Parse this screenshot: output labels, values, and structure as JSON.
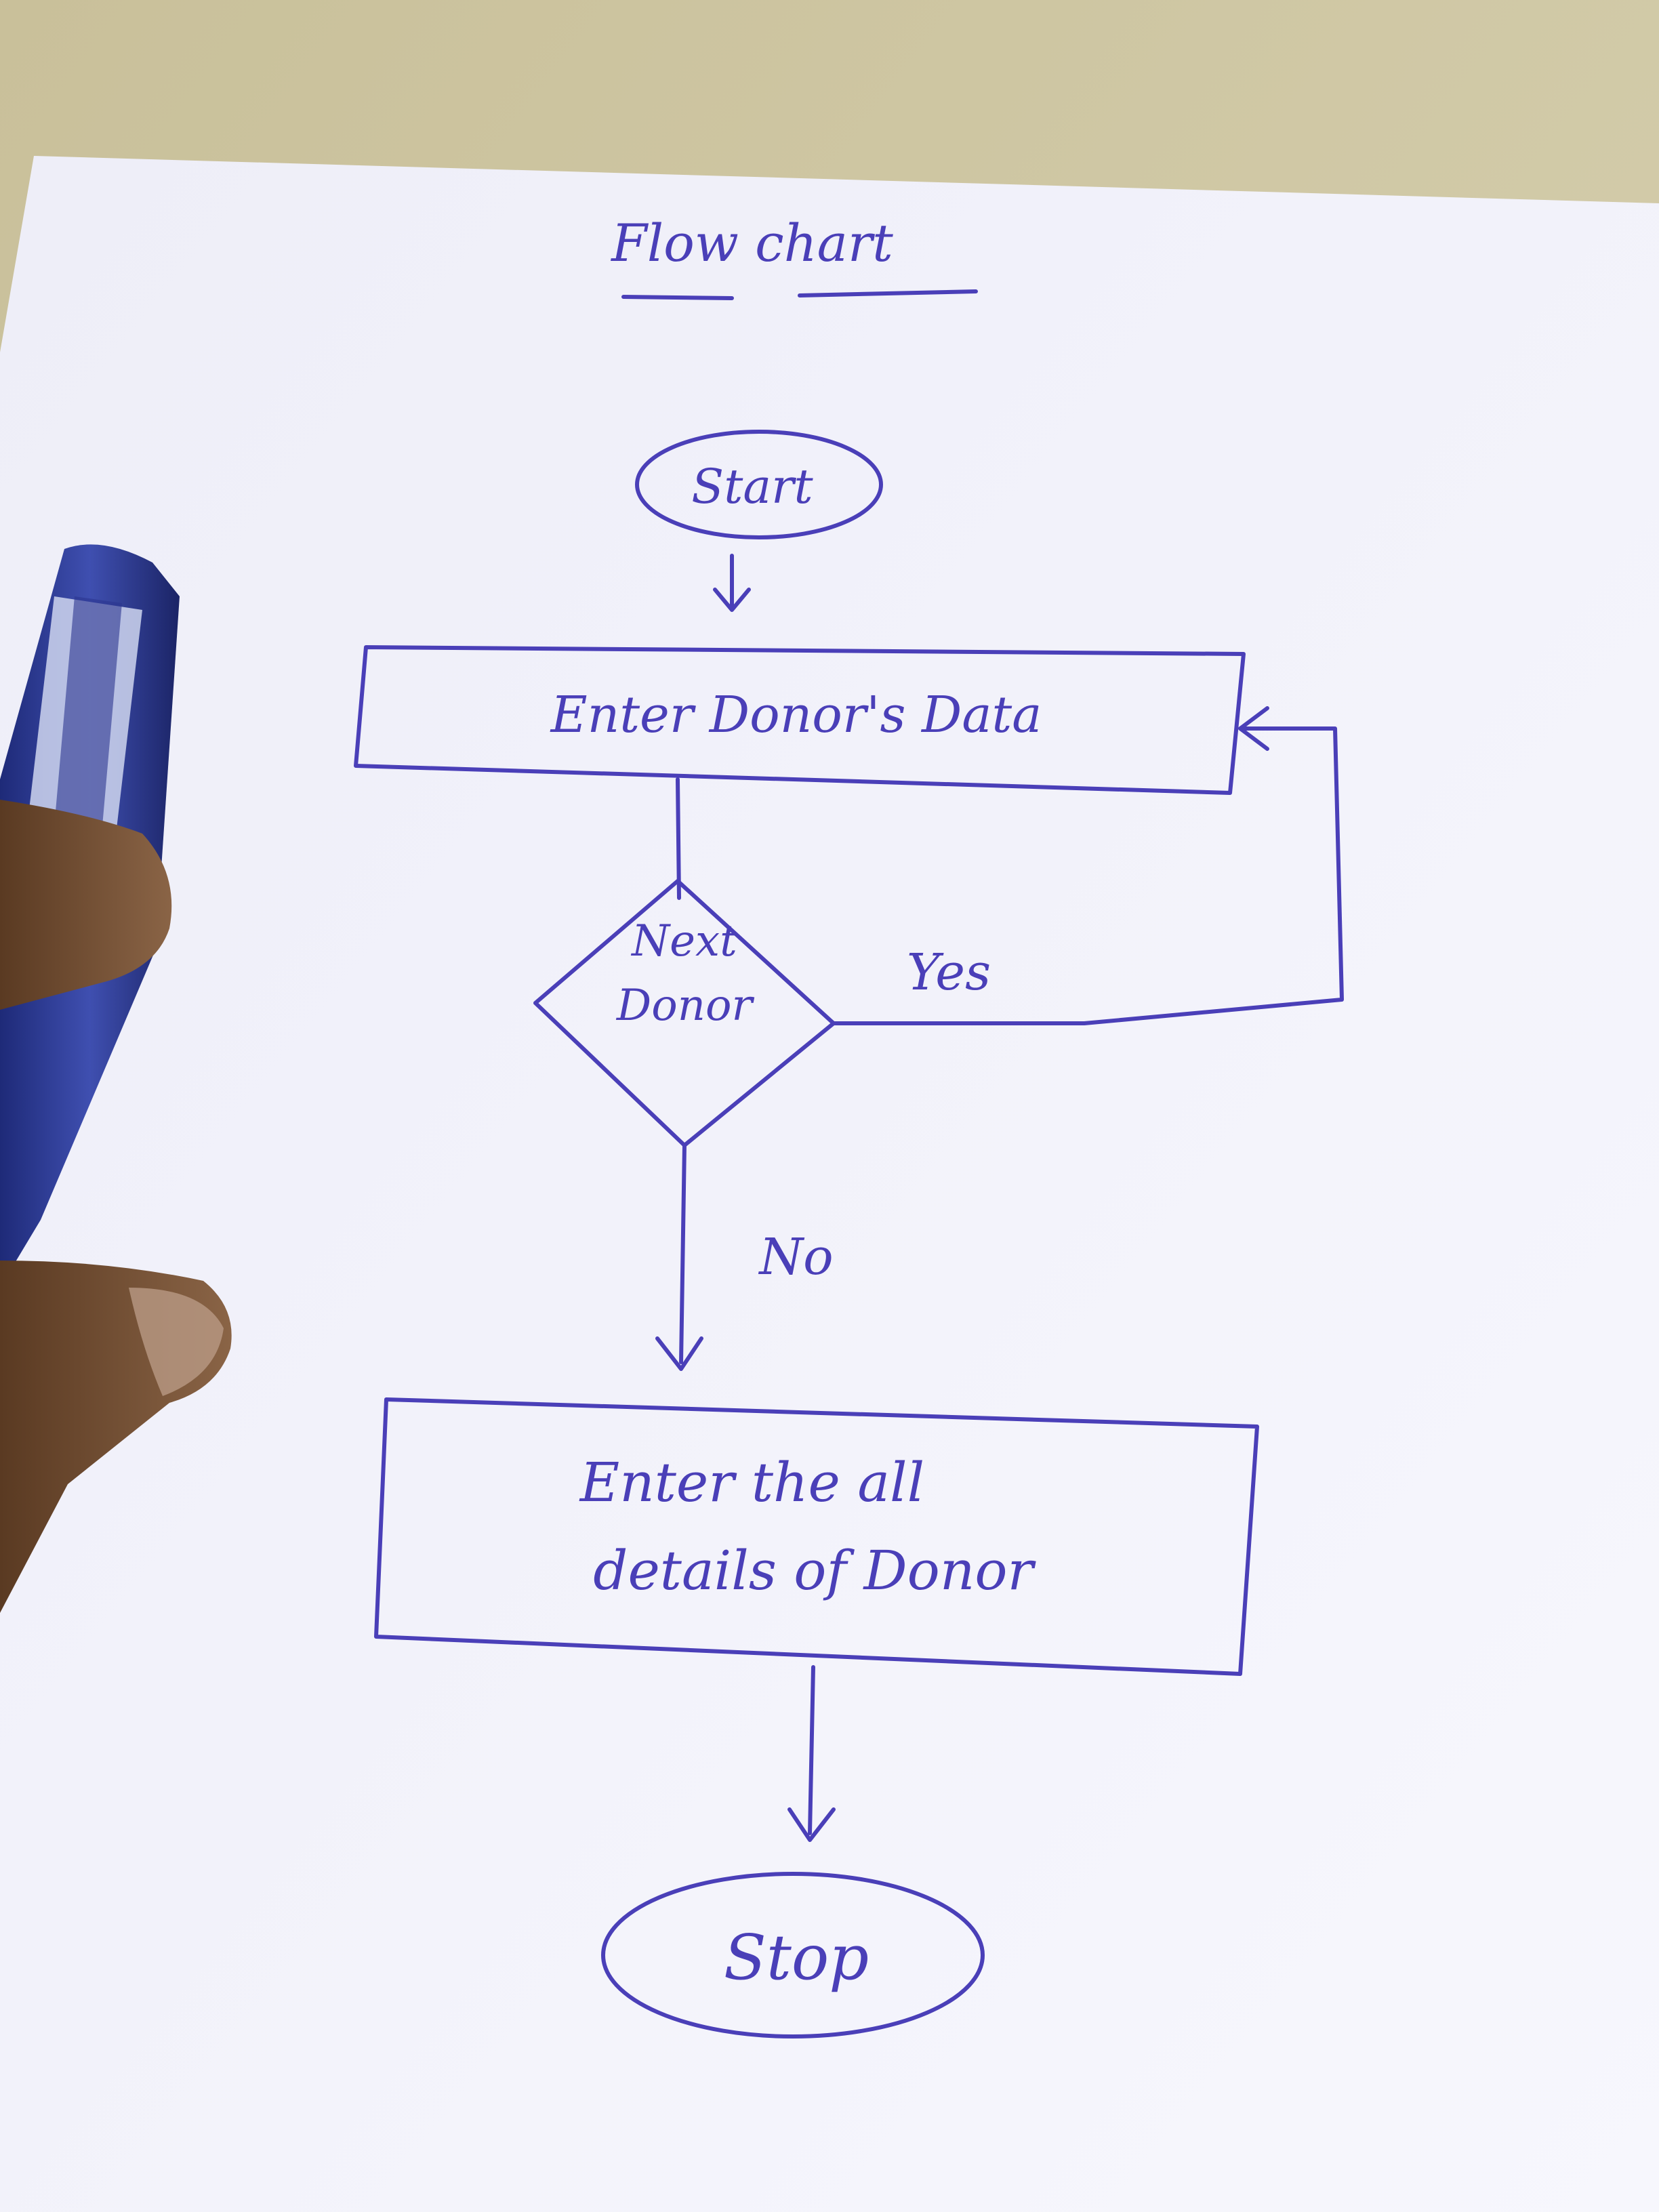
{
  "diagram": {
    "title": "Flow chart",
    "nodes": {
      "start": "Start",
      "enter_data": "Enter Donor's Data",
      "decision_line1": "Next",
      "decision_line2": "Donor",
      "enter_details_line1": "Enter the all",
      "enter_details_line2": "details of Donor",
      "stop": "Stop"
    },
    "edge_labels": {
      "yes": "Yes",
      "no": "No"
    },
    "colors": {
      "ink": "#4a3fb8",
      "paper": "#f4f4fb",
      "table": "#cfc7a6"
    }
  }
}
